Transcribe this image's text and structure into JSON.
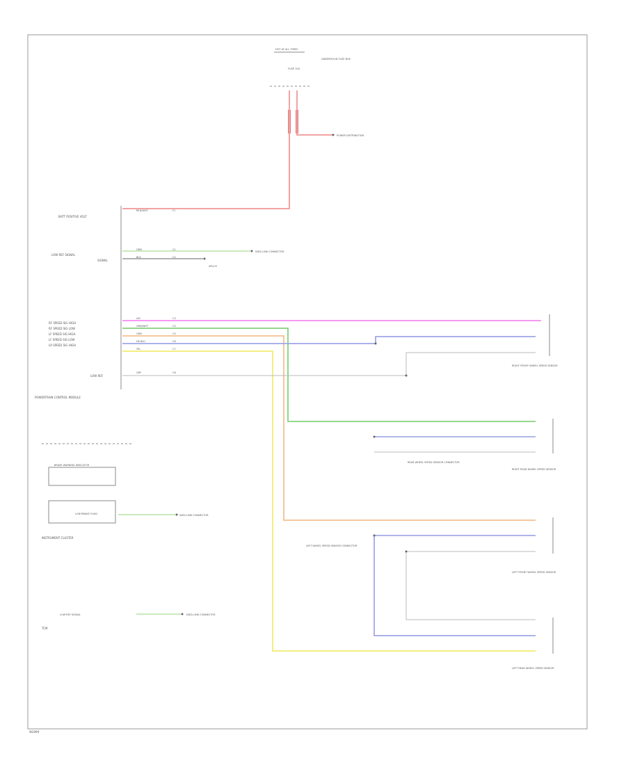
{
  "diagram": {
    "code": "W2999",
    "top_connector": {
      "label": "HOT AT ALL TIMES",
      "fuse": "FUSE 10A",
      "note": "UNDERHOOD FUSE BOX"
    },
    "power_dist": "POWER DISTRIBUTION",
    "module": {
      "title": "POWERTRAIN CONTROL MODULE",
      "pins": [
        {
          "label": "BATT POSITIVE VOLT",
          "wire": "RED/WHT",
          "circuit": "F1"
        },
        {
          "label": "LOW REF SIGNAL",
          "wire": "GRN",
          "circuit": "C1"
        },
        {
          "label": "SIGNAL",
          "wire": "BLK",
          "circuit": "C2"
        },
        {
          "label": "RF SPEED SIG HIGH",
          "wire": "VIO",
          "circuit": "C3"
        },
        {
          "label": "RF SPEED SIG LOW",
          "wire": "GRN/WHT",
          "circuit": "C4"
        },
        {
          "label": "LF SPEED SIG HIGH",
          "wire": "ORN",
          "circuit": "C5"
        },
        {
          "label": "LF SPEED SIG LOW",
          "wire": "DK BLU",
          "circuit": "C6"
        },
        {
          "label": "LR SPEED SIG HIGH",
          "wire": "YEL",
          "circuit": "C7"
        },
        {
          "label": "LOW REF",
          "wire": "GRY",
          "circuit": "C8"
        }
      ]
    },
    "sensors": [
      {
        "name": "RIGHT FRONT WHEEL SPEED SENSOR"
      },
      {
        "name": "RIGHT REAR WHEEL SPEED SENSOR"
      },
      {
        "name": "LEFT FRONT WHEEL SPEED SENSOR"
      },
      {
        "name": "LEFT REAR WHEEL SPEED SENSOR"
      }
    ],
    "cluster": {
      "title": "INSTRUMENT CLUSTER",
      "item1": "BRAKE WARNING INDICATOR",
      "item2": "LOW BRAKE FLUID"
    },
    "data_link": "DATA LINK CONNECTOR",
    "tcm_label": "TCM",
    "tcm_pin": "LOW REF SIGNAL",
    "notes": {
      "splice": "SPLICE",
      "rear_note": "REAR WHEEL SPEED SENSOR CONNECTOR",
      "left_note": "LEFT WHEEL SPEED SENSOR CONNECTOR"
    }
  }
}
